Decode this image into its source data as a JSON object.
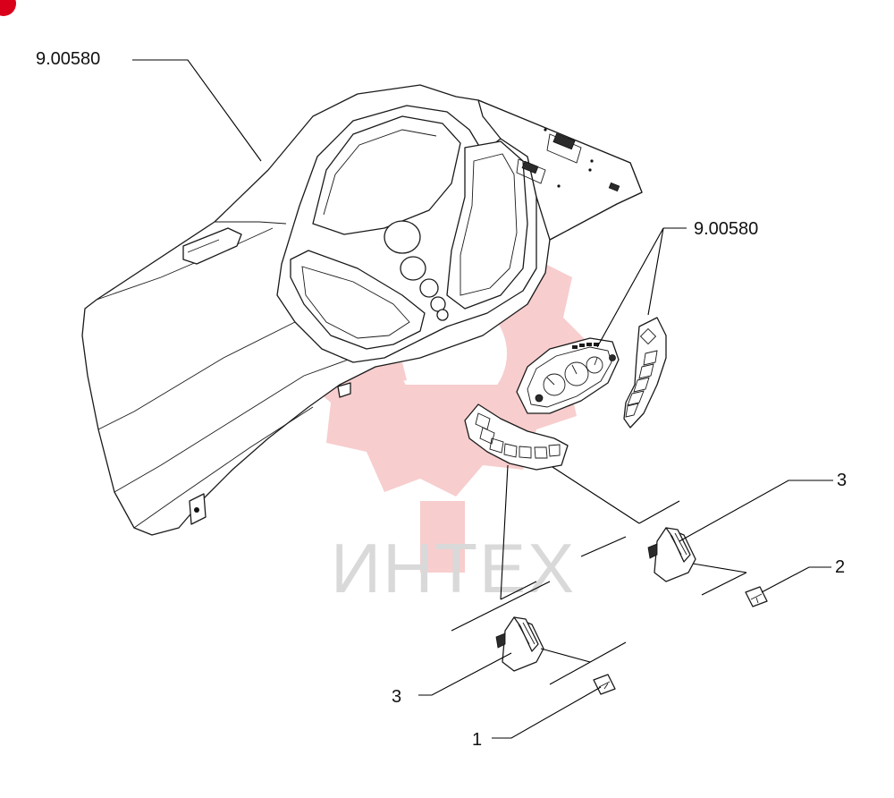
{
  "callouts": {
    "label_top": "9.00580",
    "label_mid": "9.00580",
    "label_switch_upper": "3",
    "label_switch_lower": "3",
    "label_symbol_upper": "2",
    "label_symbol_lower": "1"
  },
  "watermark": {
    "text": "ИНТЕХ",
    "color": "#f2a6a6",
    "badge_color": "#d9001b"
  }
}
